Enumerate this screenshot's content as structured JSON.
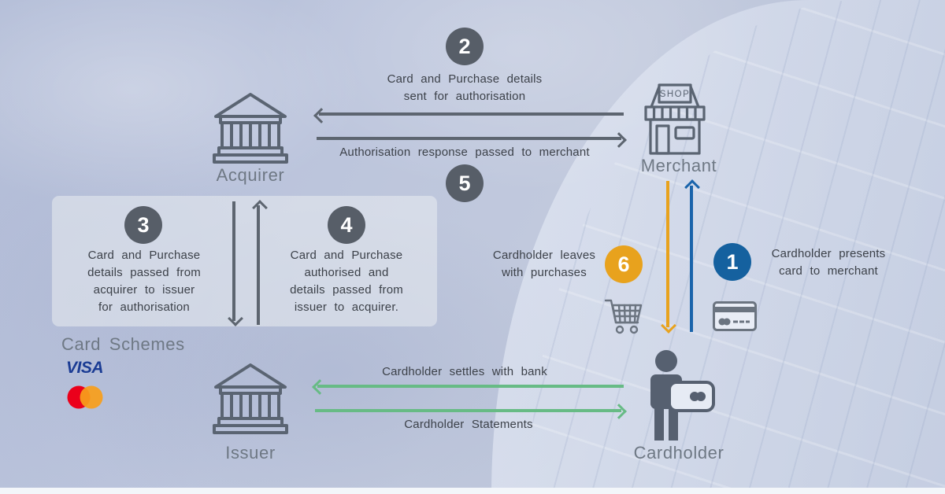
{
  "entities": {
    "acquirer": "Acquirer",
    "merchant": "Merchant",
    "issuer": "Issuer",
    "cardholder": "Cardholder",
    "card_schemes": "Card Schemes",
    "shop_sign": "SHOP",
    "visa": "VISA"
  },
  "steps": {
    "s1": {
      "num": "1",
      "lines": [
        "Cardholder presents",
        "card to merchant"
      ]
    },
    "s2": {
      "num": "2",
      "lines": [
        "Card and Purchase details",
        "sent for authorisation"
      ]
    },
    "s3": {
      "num": "3",
      "lines": [
        "Card and Purchase",
        "details passed from",
        "acquirer to issuer",
        "for authorisation"
      ]
    },
    "s4": {
      "num": "4",
      "lines": [
        "Card and Purchase",
        "authorised and",
        "details passed from",
        "issuer to acquirer."
      ]
    },
    "s5": {
      "num": "5",
      "label": "Authorisation response passed to merchant"
    },
    "s6": {
      "num": "6",
      "lines": [
        "Cardholder leaves",
        "with purchases"
      ]
    }
  },
  "arrow_labels": {
    "settles": "Cardholder settles with bank",
    "statements": "Cardholder Statements"
  },
  "colors": {
    "step_gray": "#575e68",
    "step_orange": "#e8a21d",
    "step_blue": "#15619f",
    "arrow_gray": "#5d6570",
    "arrow_green": "#67bb85",
    "visa_blue": "#1b3c94",
    "mastercard_red": "#eb001b",
    "mastercard_orange": "#f79e1b"
  }
}
